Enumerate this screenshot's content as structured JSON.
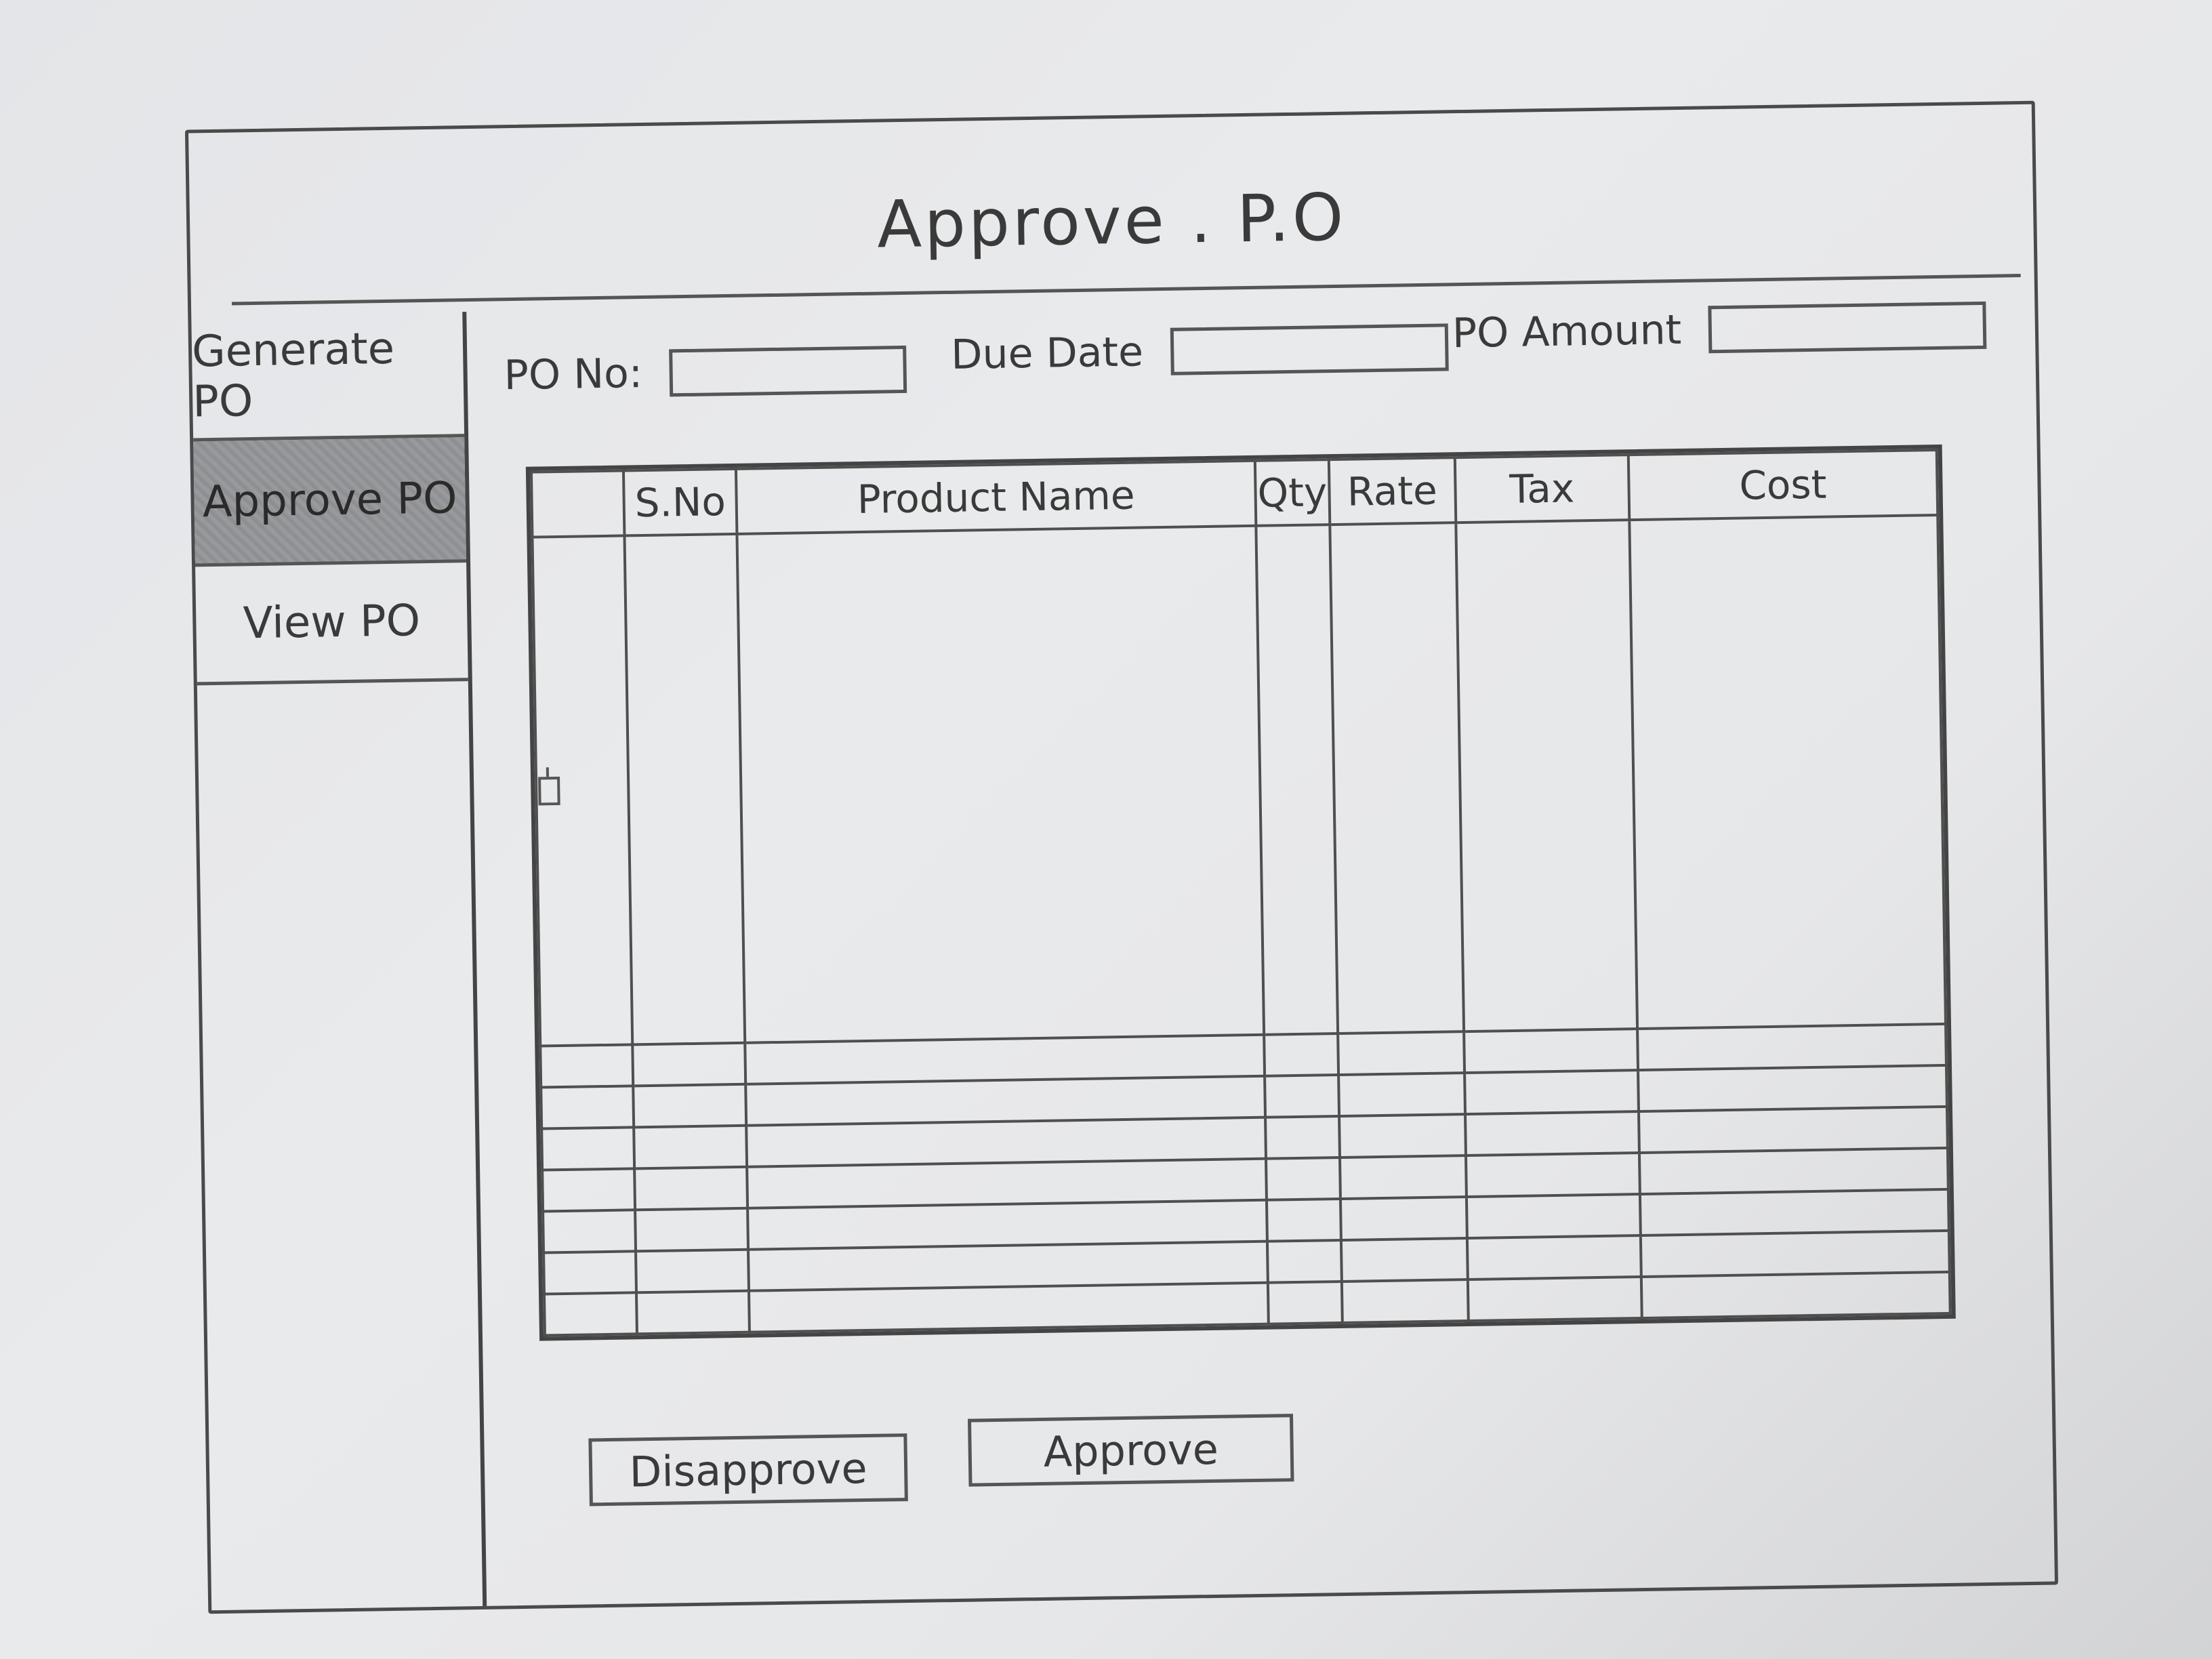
{
  "window": {
    "title": "Approve . P.O"
  },
  "sidebar": {
    "items": [
      {
        "label": "Generate PO",
        "active": false
      },
      {
        "label": "Approve PO",
        "active": true
      },
      {
        "label": "View PO",
        "active": false
      }
    ]
  },
  "form": {
    "po_no_label": "PO No:",
    "po_no_value": "",
    "due_date_label": "Due Date",
    "due_date_value": "",
    "po_amount_label": "PO Amount",
    "po_amount_value": ""
  },
  "table": {
    "columns": [
      "",
      "S.No",
      "Product Name",
      "Qty",
      "Rate",
      "Tax",
      "Cost"
    ],
    "row_count": 8,
    "first_row_icon": "select-icon"
  },
  "actions": {
    "disapprove_label": "Disapprove",
    "approve_label": "Approve"
  }
}
